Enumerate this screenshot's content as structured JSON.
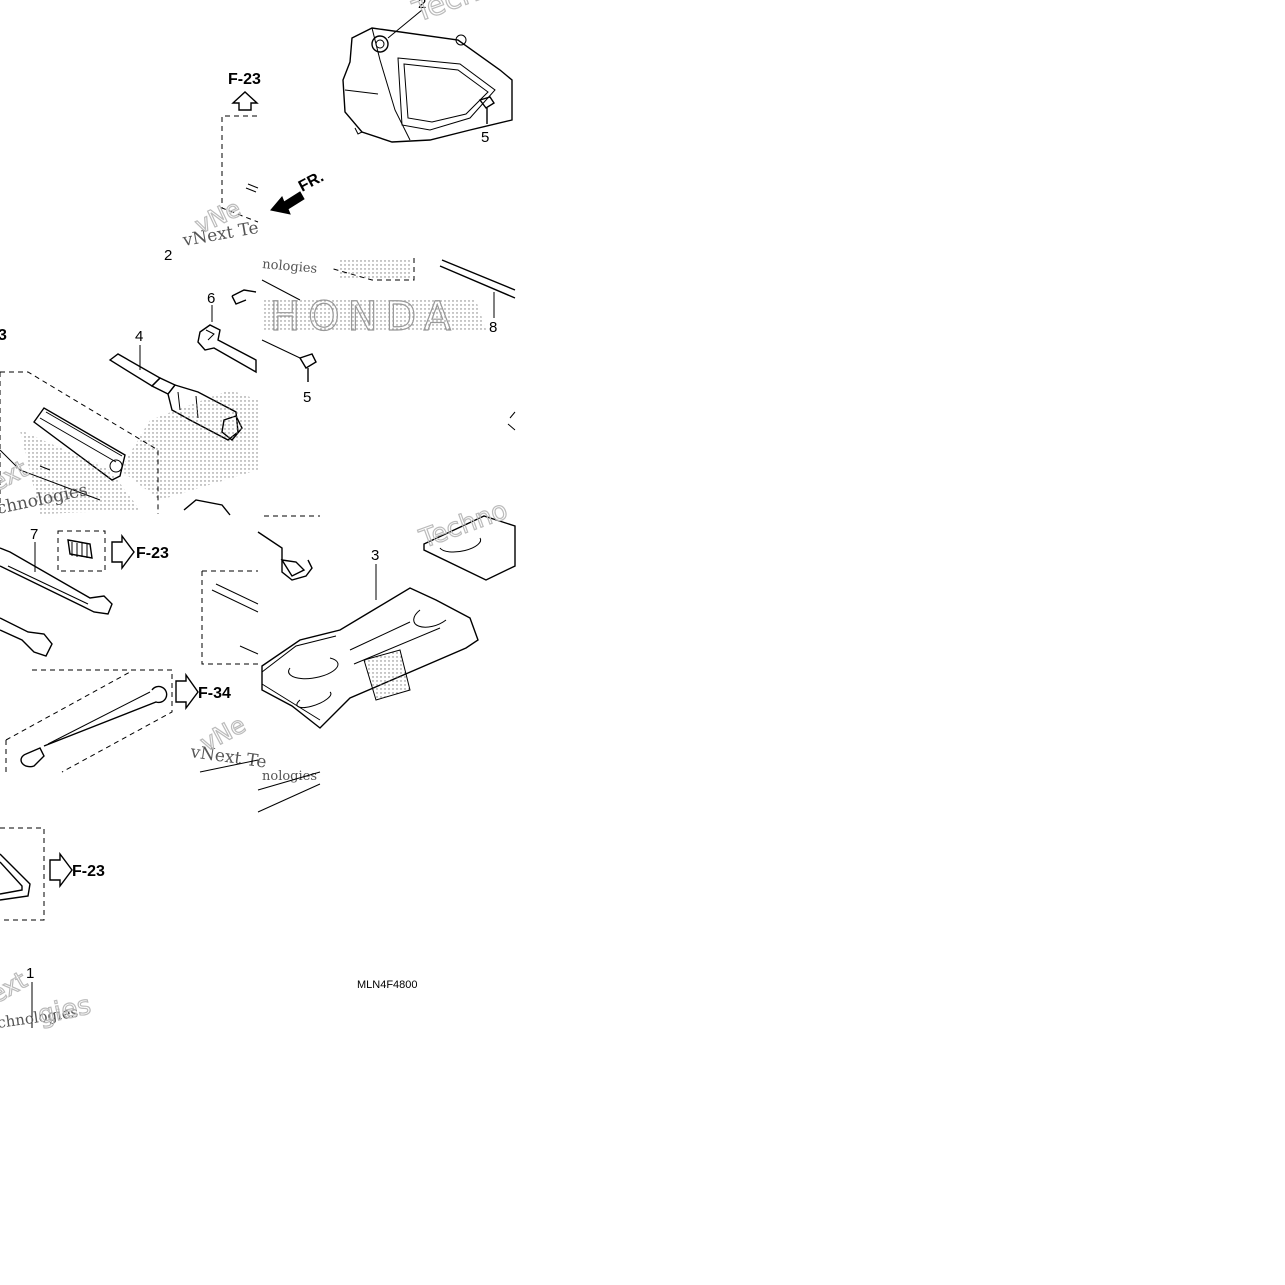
{
  "callouts": {
    "c1": "1",
    "c2": "2",
    "c3": "3",
    "c4": "4",
    "c5": "5",
    "c6": "6",
    "c7": "7",
    "c8": "8"
  },
  "refs": {
    "f23": "F-23",
    "f34": "F-34"
  },
  "front_label": "FR.",
  "watermarks": {
    "vnext": "vNext Te",
    "techno": "Techno",
    "technologies": "chnologies",
    "ext": "ext",
    "honda": "HONDA"
  },
  "part_code": "MLN4F4800"
}
